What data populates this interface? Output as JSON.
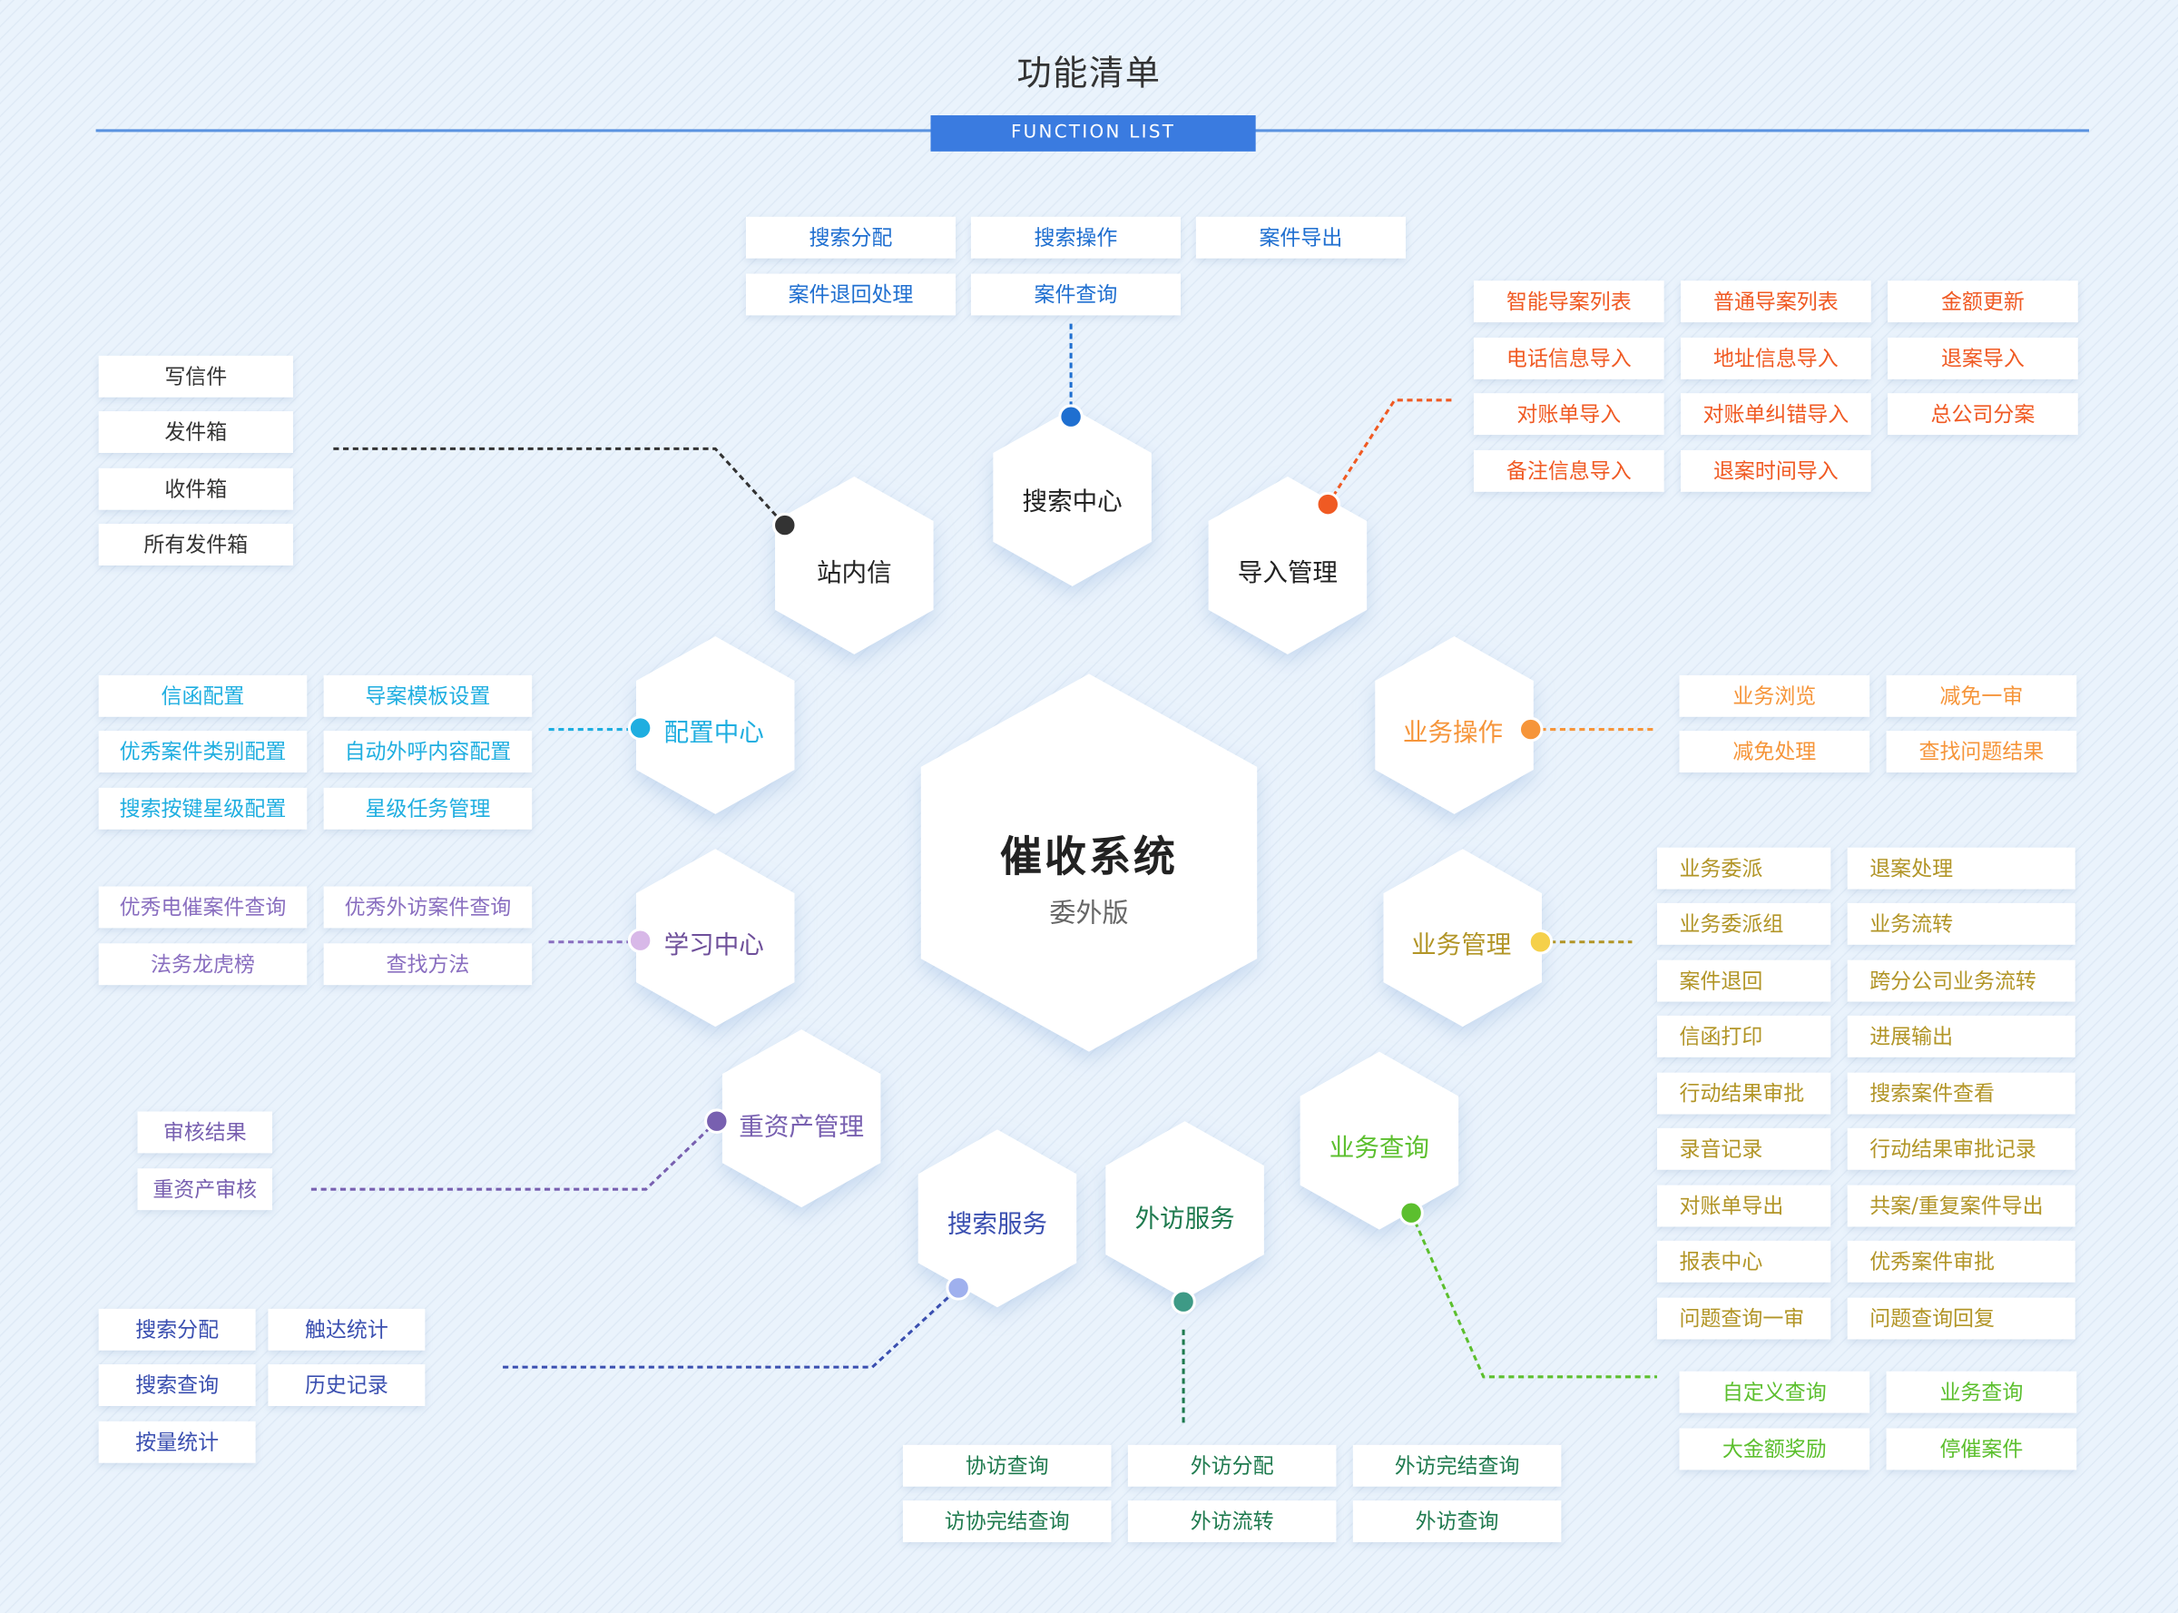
{
  "header": {
    "title": "功能清单",
    "badge": "FUNCTION LIST"
  },
  "center": {
    "title": "催收系统",
    "subtitle": "委外版"
  },
  "modules": {
    "search_center": {
      "label": "搜索中心",
      "color": "#1f6fd0",
      "items": [
        "搜索分配",
        "搜索操作",
        "案件导出",
        "案件退回处理",
        "案件查询"
      ]
    },
    "import_mgmt": {
      "label": "导入管理",
      "color": "#f05a23",
      "items": [
        "智能导案列表",
        "普通导案列表",
        "金额更新",
        "电话信息导入",
        "地址信息导入",
        "退案导入",
        "对账单导入",
        "对账单纠错导入",
        "总公司分案",
        "备注信息导入",
        "退案时间导入"
      ]
    },
    "inbox": {
      "label": "站内信",
      "color": "#333333",
      "items": [
        "写信件",
        "发件箱",
        "收件箱",
        "所有发件箱"
      ]
    },
    "config_center": {
      "label": "配置中心",
      "color": "#1faee0",
      "items": [
        "信函配置",
        "导案模板设置",
        "优秀案件类别配置",
        "自动外呼内容配置",
        "搜索按键星级配置",
        "星级任务管理"
      ]
    },
    "learning_center": {
      "label": "学习中心",
      "color": "#8a6fc0",
      "items": [
        "优秀电催案件查询",
        "优秀外访案件查询",
        "法务龙虎榜",
        "查找方法"
      ]
    },
    "asset_mgmt": {
      "label": "重资产管理",
      "color": "#7860b0",
      "items": [
        "审核结果",
        "重资产审核"
      ]
    },
    "search_service": {
      "label": "搜索服务",
      "color": "#3a4fb0",
      "items": [
        "搜索分配",
        "触达统计",
        "搜索查询",
        "历史记录",
        "按量统计"
      ]
    },
    "visit_service": {
      "label": "外访服务",
      "color": "#1e7a4e",
      "items": [
        "协访查询",
        "外访分配",
        "外访完结查询",
        "访协完结查询",
        "外访流转",
        "外访查询"
      ]
    },
    "business_query": {
      "label": "业务查询",
      "color": "#5cbf2e",
      "items": [
        "自定义查询",
        "业务查询",
        "大金额奖励",
        "停催案件"
      ]
    },
    "business_ops": {
      "label": "业务操作",
      "color": "#f6953a",
      "items": [
        "业务浏览",
        "减免一审",
        "减免处理",
        "查找问题结果"
      ]
    },
    "business_mgmt": {
      "label": "业务管理",
      "color": "#b29527",
      "items": [
        "业务委派",
        "退案处理",
        "业务委派组",
        "业务流转",
        "案件退回",
        "跨分公司业务流转",
        "信函打印",
        "进展输出",
        "行动结果审批",
        "搜索案件查看",
        "录音记录",
        "行动结果审批记录",
        "对账单导出",
        "共案/重复案件导出",
        "报表中心",
        "优秀案件审批",
        "问题查询一审",
        "问题查询回复"
      ]
    }
  }
}
